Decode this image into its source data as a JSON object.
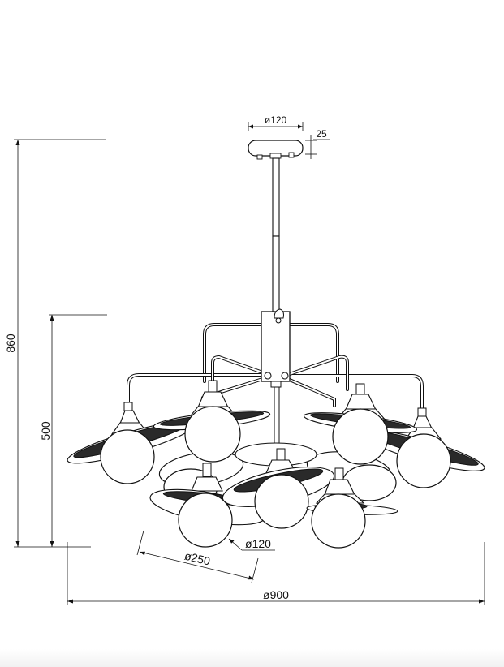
{
  "dimensions": {
    "canopy_diameter": "ø120",
    "canopy_height": "25",
    "total_height": "860",
    "body_height": "500",
    "shade_diameter": "ø250",
    "globe_diameter": "ø120",
    "overall_diameter": "ø900"
  },
  "colors": {
    "line": "#111111",
    "background": "#ffffff",
    "dark_fill": "#2a2a2a"
  }
}
